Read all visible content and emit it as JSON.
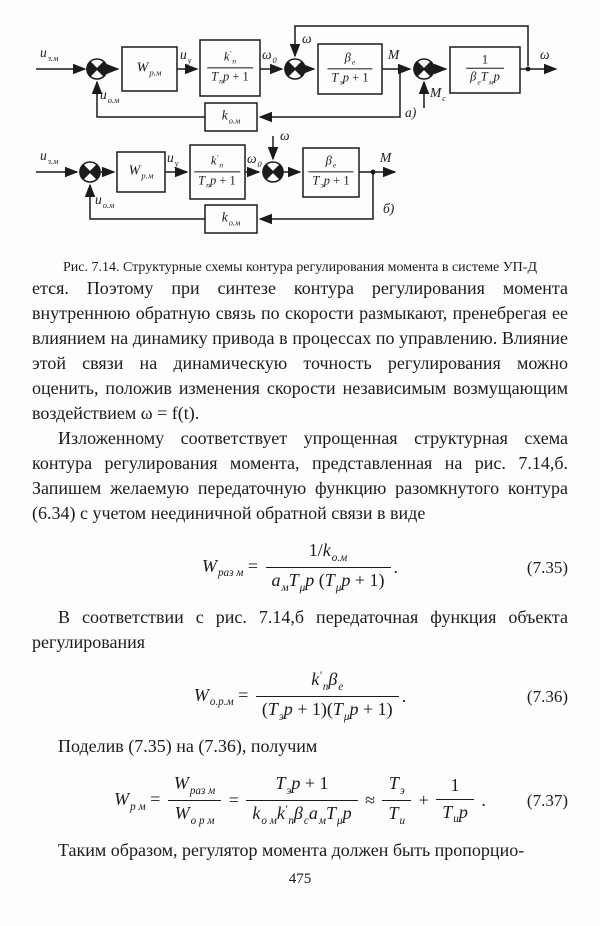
{
  "figure": {
    "caption": "Рис. 7.14. Структурные схемы контура регулирования момента в системе УП-Д",
    "a": {
      "input": [
        [
          "i",
          "u"
        ],
        [
          "sub",
          "з.м"
        ]
      ],
      "regulator": [
        [
          "i",
          "W"
        ],
        [
          "sub",
          "р.м"
        ]
      ],
      "uy": [
        [
          "i",
          "u"
        ],
        [
          "sub",
          "у"
        ]
      ],
      "conv_num": [
        [
          "i",
          "k"
        ],
        [
          "sup",
          "′"
        ],
        [
          "sub",
          "п"
        ]
      ],
      "conv_den": [
        [
          "i",
          "T"
        ],
        [
          "sub",
          "п"
        ],
        [
          "i",
          "p"
        ],
        [
          "r",
          " + 1"
        ]
      ],
      "omega0": [
        [
          "i",
          "ω"
        ],
        [
          "sub",
          "0"
        ]
      ],
      "omega_fb": [
        [
          "i",
          "ω"
        ]
      ],
      "motor_num": [
        [
          "i",
          "β"
        ],
        [
          "sub",
          "е"
        ]
      ],
      "motor_den": [
        [
          "i",
          "T"
        ],
        [
          "sub",
          "э"
        ],
        [
          "i",
          "p"
        ],
        [
          "r",
          " + 1"
        ]
      ],
      "M": [
        [
          "i",
          "M"
        ]
      ],
      "Mc": [
        [
          "i",
          "M"
        ],
        [
          "sub",
          "с"
        ]
      ],
      "mech_num": [
        [
          "r",
          "1"
        ]
      ],
      "mech_den": [
        [
          "i",
          "β"
        ],
        [
          "sub",
          "е"
        ],
        [
          "i",
          "T"
        ],
        [
          "sub",
          "м"
        ],
        [
          "i",
          "p"
        ]
      ],
      "omega_out": [
        [
          "i",
          "ω"
        ]
      ],
      "kom": [
        [
          "i",
          "k"
        ],
        [
          "sub",
          "о.м"
        ]
      ],
      "uom": [
        [
          "i",
          "u"
        ],
        [
          "sub",
          "о.м"
        ]
      ],
      "tag": [
        [
          "i",
          "а)"
        ]
      ]
    },
    "b": {
      "input": [
        [
          "i",
          "u"
        ],
        [
          "sub",
          "з.м"
        ]
      ],
      "regulator": [
        [
          "i",
          "W"
        ],
        [
          "sub",
          "р.м"
        ]
      ],
      "uy": [
        [
          "i",
          "u"
        ],
        [
          "sub",
          "у"
        ]
      ],
      "conv_num": [
        [
          "i",
          "k"
        ],
        [
          "sup",
          "′"
        ],
        [
          "sub",
          "п"
        ]
      ],
      "conv_den": [
        [
          "i",
          "T"
        ],
        [
          "sub",
          "п"
        ],
        [
          "i",
          "p"
        ],
        [
          "r",
          " + 1"
        ]
      ],
      "omega0": [
        [
          "i",
          "ω"
        ],
        [
          "sub",
          "0"
        ]
      ],
      "omega_in": [
        [
          "i",
          "ω"
        ]
      ],
      "motor_num": [
        [
          "i",
          "β"
        ],
        [
          "sub",
          "е"
        ]
      ],
      "motor_den": [
        [
          "i",
          "T"
        ],
        [
          "sub",
          "э"
        ],
        [
          "i",
          "p"
        ],
        [
          "r",
          " + 1"
        ]
      ],
      "M": [
        [
          "i",
          "M"
        ]
      ],
      "kom": [
        [
          "i",
          "k"
        ],
        [
          "sub",
          "о.м"
        ]
      ],
      "uom": [
        [
          "i",
          "u"
        ],
        [
          "sub",
          "о.м"
        ]
      ],
      "tag": [
        [
          "i",
          "б)"
        ]
      ]
    }
  },
  "body": {
    "p1": "ется. Поэтому при синтезе контура регулирования момента внутреннюю обратную связь по скорости размыкают, пренебрегая ее влиянием на динамику привода в процессах по управлению. Влияние этой связи на динамическую точность регулирования можно оценить, положив изменения скорости независимым возмущающим воздействием ω = f(t).",
    "p2": "Изложенному соответствует упрощенная структурная схема контура регулирования момента, представленная на рис. 7.14,б. Запишем желаемую передаточную функцию разомкнутого контура (6.34) с учетом неединичной обратной связи в виде",
    "p3": "В соответствии с рис. 7.14,б передаточная функция объекта регулирования",
    "p4": "Поделив (7.35) на (7.36), получим",
    "p5": "Таким образом, регулятор момента должен быть пропорцио-"
  },
  "equations": {
    "eq735": {
      "number": "(7.35)",
      "items": [
        {
          "t": "tok",
          "v": [
            [
              "i",
              "W"
            ],
            [
              "sub",
              "раз м"
            ],
            [
              "r",
              " = "
            ]
          ]
        },
        {
          "t": "frac",
          "num": [
            [
              "r",
              "1/"
            ],
            [
              "i",
              "k"
            ],
            [
              "sub",
              "о.м"
            ]
          ],
          "den": [
            [
              "i",
              "a"
            ],
            [
              "sub",
              "м"
            ],
            [
              "i",
              "T"
            ],
            [
              "sub",
              "μ"
            ],
            [
              "i",
              "p"
            ],
            [
              "r",
              " ("
            ],
            [
              "i",
              "T"
            ],
            [
              "sub",
              "μ"
            ],
            [
              "i",
              "p"
            ],
            [
              "r",
              " + 1)"
            ]
          ]
        },
        {
          "t": "tok",
          "v": [
            [
              "r",
              "."
            ]
          ]
        }
      ]
    },
    "eq736": {
      "number": "(7.36)",
      "items": [
        {
          "t": "tok",
          "v": [
            [
              "i",
              "W"
            ],
            [
              "sub",
              "о.р.м"
            ],
            [
              "r",
              " = "
            ]
          ]
        },
        {
          "t": "frac",
          "num": [
            [
              "i",
              "k"
            ],
            [
              "sup",
              "′"
            ],
            [
              "sub",
              "п"
            ],
            [
              "i",
              "β"
            ],
            [
              "sub",
              "е"
            ]
          ],
          "den": [
            [
              "r",
              "("
            ],
            [
              "i",
              "T"
            ],
            [
              "sub",
              "э"
            ],
            [
              "i",
              "p"
            ],
            [
              "r",
              " + 1)("
            ],
            [
              "i",
              "T"
            ],
            [
              "sub",
              "μ"
            ],
            [
              "i",
              "p"
            ],
            [
              "r",
              " + 1)"
            ]
          ]
        },
        {
          "t": "tok",
          "v": [
            [
              "r",
              "."
            ]
          ]
        }
      ]
    },
    "eq737": {
      "number": "(7.37)",
      "items": [
        {
          "t": "tok",
          "v": [
            [
              "i",
              "W"
            ],
            [
              "sub",
              "р м"
            ],
            [
              "r",
              " = "
            ]
          ]
        },
        {
          "t": "frac",
          "num": [
            [
              "i",
              "W"
            ],
            [
              "sub",
              "раз м"
            ]
          ],
          "den": [
            [
              "i",
              "W"
            ],
            [
              "sub",
              "о р м"
            ]
          ]
        },
        {
          "t": "tok",
          "v": [
            [
              "r",
              " = "
            ]
          ]
        },
        {
          "t": "frac",
          "num": [
            [
              "i",
              "T"
            ],
            [
              "sub",
              "э"
            ],
            [
              "i",
              "p"
            ],
            [
              "r",
              " + 1"
            ]
          ],
          "den": [
            [
              "i",
              "k"
            ],
            [
              "sub",
              "о м"
            ],
            [
              "i",
              "k"
            ],
            [
              "sup",
              "′"
            ],
            [
              "sub",
              "п"
            ],
            [
              "i",
              "β"
            ],
            [
              "sub",
              "с"
            ],
            [
              "i",
              "a"
            ],
            [
              "sub",
              "м"
            ],
            [
              "i",
              "T"
            ],
            [
              "sub",
              "μ"
            ],
            [
              "i",
              "p"
            ]
          ]
        },
        {
          "t": "tok",
          "v": [
            [
              "r",
              " ≈ "
            ]
          ]
        },
        {
          "t": "frac",
          "num": [
            [
              "i",
              "T"
            ],
            [
              "sub",
              "э"
            ]
          ],
          "den": [
            [
              "i",
              "T"
            ],
            [
              "sub",
              "и"
            ]
          ]
        },
        {
          "t": "tok",
          "v": [
            [
              "r",
              " + "
            ]
          ]
        },
        {
          "t": "frac",
          "num": [
            [
              "r",
              "1"
            ]
          ],
          "den": [
            [
              "i",
              "T"
            ],
            [
              "sub",
              "и"
            ],
            [
              "i",
              "p"
            ]
          ]
        },
        {
          "t": "tok",
          "v": [
            [
              "r",
              " ."
            ]
          ]
        }
      ]
    }
  },
  "page_number": "475"
}
